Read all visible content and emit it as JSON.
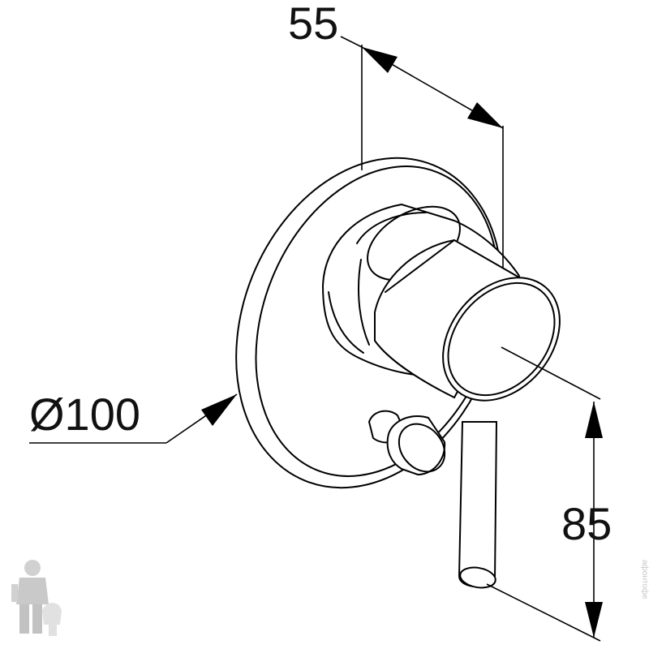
{
  "dimensions": {
    "depth": "55",
    "diameter": "Ø100",
    "height": "85"
  },
  "watermark": {
    "text": "афонтофе"
  },
  "colors": {
    "line": "#000000",
    "background": "#ffffff",
    "watermark": "#c8c8c8"
  }
}
